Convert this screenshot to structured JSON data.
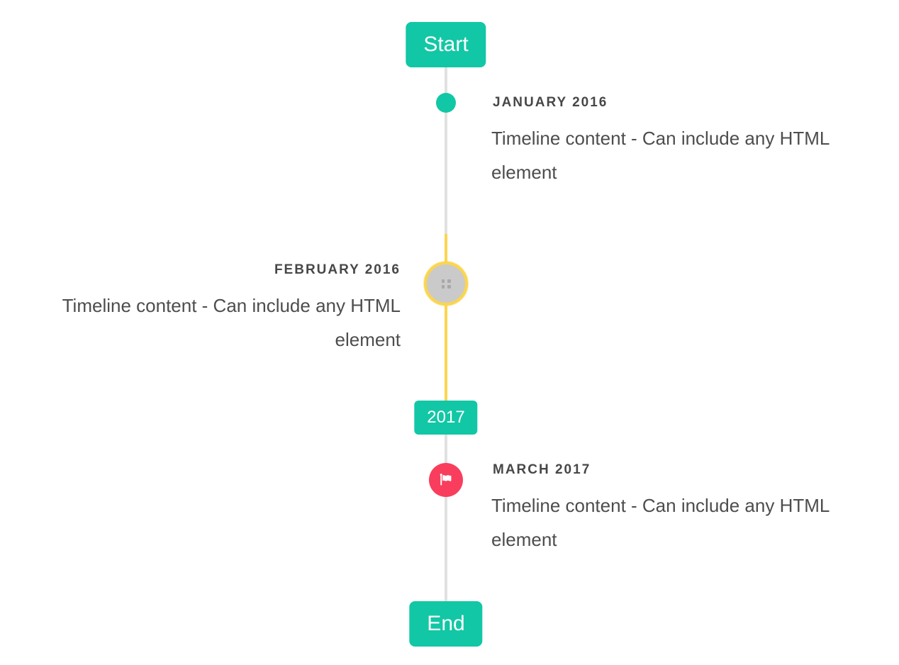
{
  "timeline": {
    "start_badge": "Start",
    "year_badge": "2017",
    "end_badge": "End",
    "items": [
      {
        "date": "JANUARY 2016",
        "content": "Timeline content - Can include any HTML element",
        "side": "right",
        "marker": "teal-dot"
      },
      {
        "date": "FEBRUARY 2016",
        "content": "Timeline content - Can include any HTML element",
        "side": "left",
        "marker": "gray-circle-yellow-ring"
      },
      {
        "date": "MARCH 2017",
        "content": "Timeline content - Can include any HTML element",
        "side": "right",
        "marker": "red-flag-circle"
      }
    ],
    "colors": {
      "teal": "#12c7a5",
      "yellow": "#fcd450",
      "red": "#f93e5d",
      "line_gray": "#e1e1e1",
      "marker_gray": "#cacaca",
      "text_gray": "#4d4d4d"
    }
  }
}
